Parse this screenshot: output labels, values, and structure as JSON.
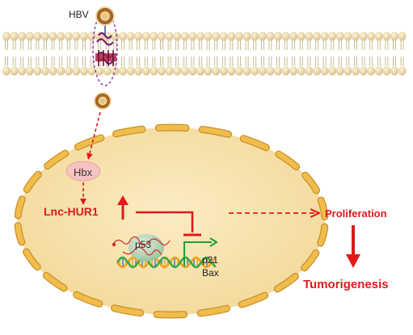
{
  "labels": {
    "hbv": "HBV",
    "hbx": "Hbx",
    "lnc_hur1": "Lnc-HUR1",
    "p53": "p53",
    "p21": "p21",
    "bax": "Bax",
    "proliferation": "Proliferation",
    "tumorigenesis": "Tumorigenesis"
  },
  "colors": {
    "accent_red": "#e0191b",
    "cell_fill": "#f7e3ad",
    "membrane_segment": "#ecb94a",
    "bilayer_head": "#e9d6a4",
    "hbx_fill": "#f6c3c1",
    "p53_fill": "#b9d9c0",
    "promoter_green": "#1e9e3a"
  }
}
